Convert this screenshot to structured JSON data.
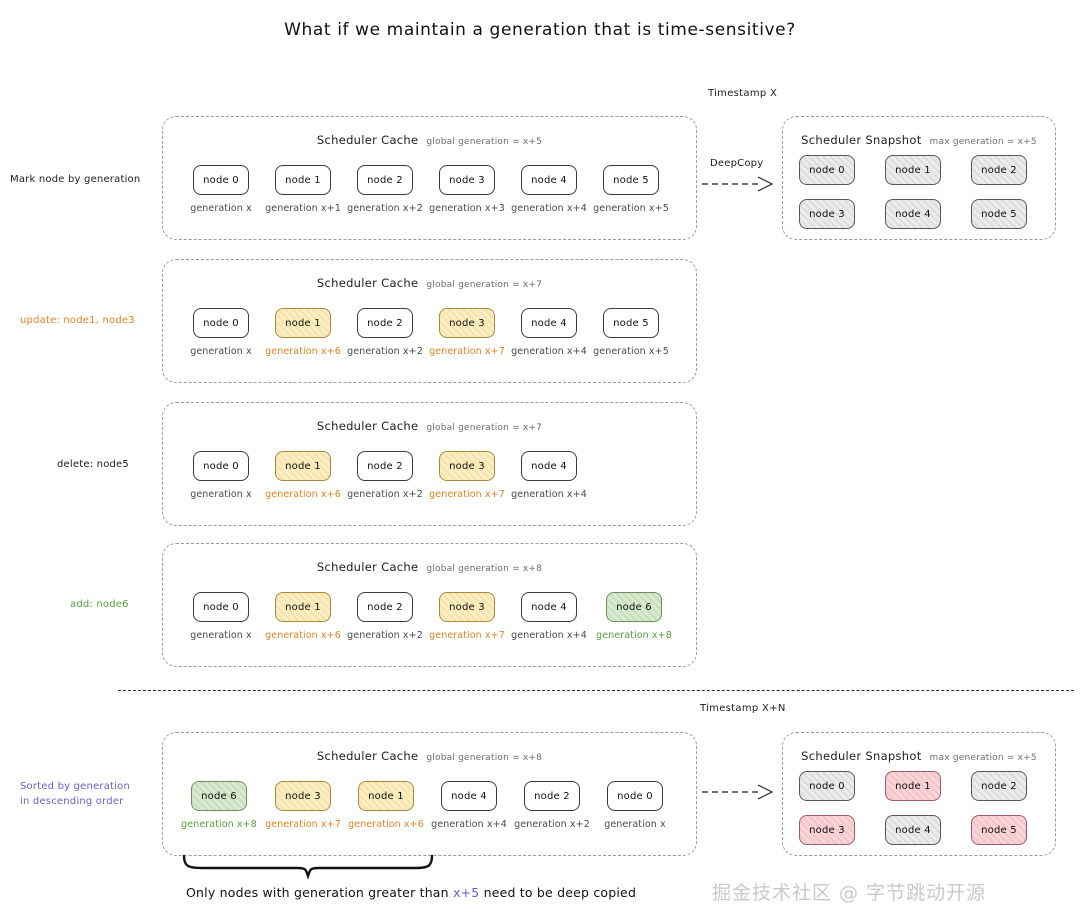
{
  "title": "What if we maintain a generation that is time-sensitive?",
  "labels": {
    "scheduler_cache": "Scheduler Cache",
    "scheduler_snapshot": "Scheduler Snapshot",
    "deepcopy": "DeepCopy",
    "timestamp_x": "Timestamp X",
    "timestamp_xn": "Timestamp X+N"
  },
  "rows": [
    {
      "side_label": "Mark node by generation",
      "side_color": "dark",
      "panel_title": "Scheduler Cache",
      "panel_sub": "global generation = x+5",
      "nodes": [
        {
          "label": "node 0",
          "gen": "generation x",
          "fill": "white",
          "gen_color": "dark"
        },
        {
          "label": "node 1",
          "gen": "generation x+1",
          "fill": "white",
          "gen_color": "dark"
        },
        {
          "label": "node 2",
          "gen": "generation x+2",
          "fill": "white",
          "gen_color": "dark"
        },
        {
          "label": "node 3",
          "gen": "generation x+3",
          "fill": "white",
          "gen_color": "dark"
        },
        {
          "label": "node 4",
          "gen": "generation x+4",
          "fill": "white",
          "gen_color": "dark"
        },
        {
          "label": "node 5",
          "gen": "generation x+5",
          "fill": "white",
          "gen_color": "dark"
        }
      ]
    },
    {
      "side_label": "update: node1, node3",
      "side_color": "orange",
      "panel_title": "Scheduler Cache",
      "panel_sub": "global generation = x+7",
      "nodes": [
        {
          "label": "node 0",
          "gen": "generation x",
          "fill": "white",
          "gen_color": "dark"
        },
        {
          "label": "node 1",
          "gen": "generation x+6",
          "fill": "yellow",
          "gen_color": "orange"
        },
        {
          "label": "node 2",
          "gen": "generation x+2",
          "fill": "white",
          "gen_color": "dark"
        },
        {
          "label": "node 3",
          "gen": "generation x+7",
          "fill": "yellow",
          "gen_color": "orange"
        },
        {
          "label": "node 4",
          "gen": "generation x+4",
          "fill": "white",
          "gen_color": "dark"
        },
        {
          "label": "node 5",
          "gen": "generation x+5",
          "fill": "white",
          "gen_color": "dark"
        }
      ]
    },
    {
      "side_label": "delete: node5",
      "side_color": "dark",
      "panel_title": "Scheduler Cache",
      "panel_sub": "global generation = x+7",
      "nodes": [
        {
          "label": "node 0",
          "gen": "generation x",
          "fill": "white",
          "gen_color": "dark"
        },
        {
          "label": "node 1",
          "gen": "generation x+6",
          "fill": "yellow",
          "gen_color": "orange"
        },
        {
          "label": "node 2",
          "gen": "generation x+2",
          "fill": "white",
          "gen_color": "dark"
        },
        {
          "label": "node 3",
          "gen": "generation x+7",
          "fill": "yellow",
          "gen_color": "orange"
        },
        {
          "label": "node 4",
          "gen": "generation x+4",
          "fill": "white",
          "gen_color": "dark"
        }
      ]
    },
    {
      "side_label": "add: node6",
      "side_color": "green",
      "panel_title": "Scheduler Cache",
      "panel_sub": "global generation = x+8",
      "nodes": [
        {
          "label": "node 0",
          "gen": "generation x",
          "fill": "white",
          "gen_color": "dark"
        },
        {
          "label": "node 1",
          "gen": "generation x+6",
          "fill": "yellow",
          "gen_color": "orange"
        },
        {
          "label": "node 2",
          "gen": "generation x+2",
          "fill": "white",
          "gen_color": "dark"
        },
        {
          "label": "node 3",
          "gen": "generation x+7",
          "fill": "yellow",
          "gen_color": "orange"
        },
        {
          "label": "node 4",
          "gen": "generation x+4",
          "fill": "white",
          "gen_color": "dark"
        },
        {
          "label": "node 6",
          "gen": "generation x+8",
          "fill": "green",
          "gen_color": "green"
        }
      ]
    },
    {
      "side_label_line1": "Sorted by generation",
      "side_label_line2": "in descending order",
      "side_color": "purple",
      "panel_title": "Scheduler Cache",
      "panel_sub": "global generation = x+8",
      "nodes": [
        {
          "label": "node 6",
          "gen": "generation x+8",
          "fill": "green",
          "gen_color": "green"
        },
        {
          "label": "node 3",
          "gen": "generation x+7",
          "fill": "yellow",
          "gen_color": "orange"
        },
        {
          "label": "node 1",
          "gen": "generation x+6",
          "fill": "yellow",
          "gen_color": "orange"
        },
        {
          "label": "node 4",
          "gen": "generation x+4",
          "fill": "white",
          "gen_color": "dark"
        },
        {
          "label": "node 2",
          "gen": "generation x+2",
          "fill": "white",
          "gen_color": "dark"
        },
        {
          "label": "node 0",
          "gen": "generation x",
          "fill": "white",
          "gen_color": "dark"
        }
      ]
    }
  ],
  "snapshot_top": {
    "timestamp": "Timestamp X",
    "panel_title": "Scheduler Snapshot",
    "panel_sub": "max generation = x+5",
    "nodes": [
      {
        "label": "node 0",
        "fill": "gray"
      },
      {
        "label": "node 1",
        "fill": "gray"
      },
      {
        "label": "node 2",
        "fill": "gray"
      },
      {
        "label": "node 3",
        "fill": "gray"
      },
      {
        "label": "node 4",
        "fill": "gray"
      },
      {
        "label": "node 5",
        "fill": "gray"
      }
    ]
  },
  "snapshot_bottom": {
    "timestamp": "Timestamp X+N",
    "panel_title": "Scheduler Snapshot",
    "panel_sub": "max generation = x+5",
    "nodes": [
      {
        "label": "node 0",
        "fill": "gray"
      },
      {
        "label": "node 1",
        "fill": "pink"
      },
      {
        "label": "node 2",
        "fill": "gray"
      },
      {
        "label": "node 3",
        "fill": "pink"
      },
      {
        "label": "node 4",
        "fill": "gray"
      },
      {
        "label": "node 5",
        "fill": "pink"
      }
    ]
  },
  "bottom_caption": {
    "part1": "Only nodes with generation greater than ",
    "highlight": "x+5",
    "part2": " need to be deep copied"
  },
  "watermark": "掘金技术社区 @ 字节跳动开源",
  "colors": {
    "orange": "#e8821e",
    "green": "#57a03a",
    "purple": "#6b5fd0",
    "yellow_fill": "#fbeec2",
    "green_fill": "#d9ead0",
    "gray_fill": "#ececec",
    "pink_fill": "#f9d5d8"
  }
}
